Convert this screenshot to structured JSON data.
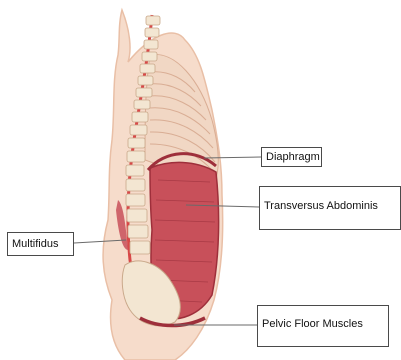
{
  "labels": {
    "diaphragm": "Diaphragm",
    "transversus_abdominis": "Transversus Abdominis",
    "multifidus": "Multifidus",
    "pelvic_floor": "Pelvic Floor Muscles"
  },
  "colors": {
    "skin": "#f6dccb",
    "skin_edge": "#e9bfa6",
    "rib": "#f1d7c4",
    "rib_line": "#d9ad94",
    "muscle": "#c8505a",
    "muscle_dark": "#9e2f3b",
    "bone": "#f3e6d2",
    "spinal_cord": "#d84848",
    "leader_line": "#6a6a6a"
  }
}
